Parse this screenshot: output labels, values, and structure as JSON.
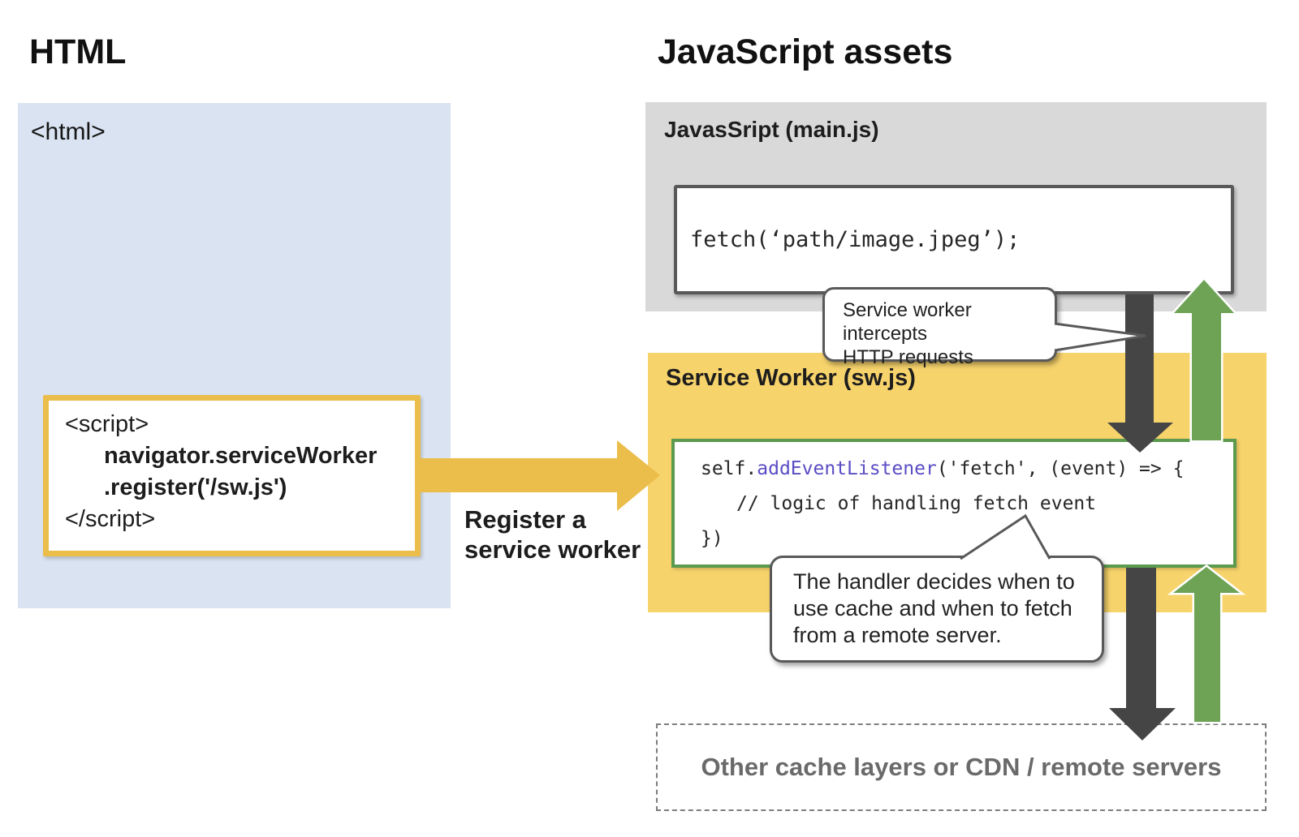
{
  "left": {
    "title": "HTML",
    "html_tag": "<html>",
    "script": {
      "line1": "<script>",
      "line2": "navigator.serviceWorker",
      "line3": ".register('/sw.js')",
      "line4": "</script>"
    },
    "register_label": {
      "line1": "Register a",
      "line2": "service worker"
    }
  },
  "right": {
    "title": "JavaScript assets",
    "mainjs": {
      "label": "JavasSript (main.js)",
      "code": "fetch(‘path/image.jpeg’);"
    },
    "service_worker": {
      "label": "Service Worker (sw.js)",
      "code_line1_prefix": "self.",
      "code_line1_keyword": "addEventListener",
      "code_line1_suffix": "('fetch', (event) => {",
      "code_line2": "// logic of handling fetch event",
      "code_line3": "})"
    },
    "bubble_intercept": {
      "line1": "Service worker intercepts",
      "line2": "HTTP requests"
    },
    "bubble_handler": {
      "line1": "The handler decides when to",
      "line2": "use cache and when to fetch",
      "line3": "from a remote server."
    },
    "other_layers_label": "Other cache layers or CDN / remote servers"
  },
  "colors": {
    "blue_panel": "#d9e3f1",
    "gray_panel": "#d9d9d9",
    "yellow_panel": "#f7d36c",
    "yellow_accent": "#ebbd4b",
    "dark_arrow": "#454545",
    "green_arrow": "#6ea356",
    "green_border": "#5c9b4f",
    "purple_keyword": "#5a4dc4",
    "muted_text": "#6a6a6a"
  }
}
